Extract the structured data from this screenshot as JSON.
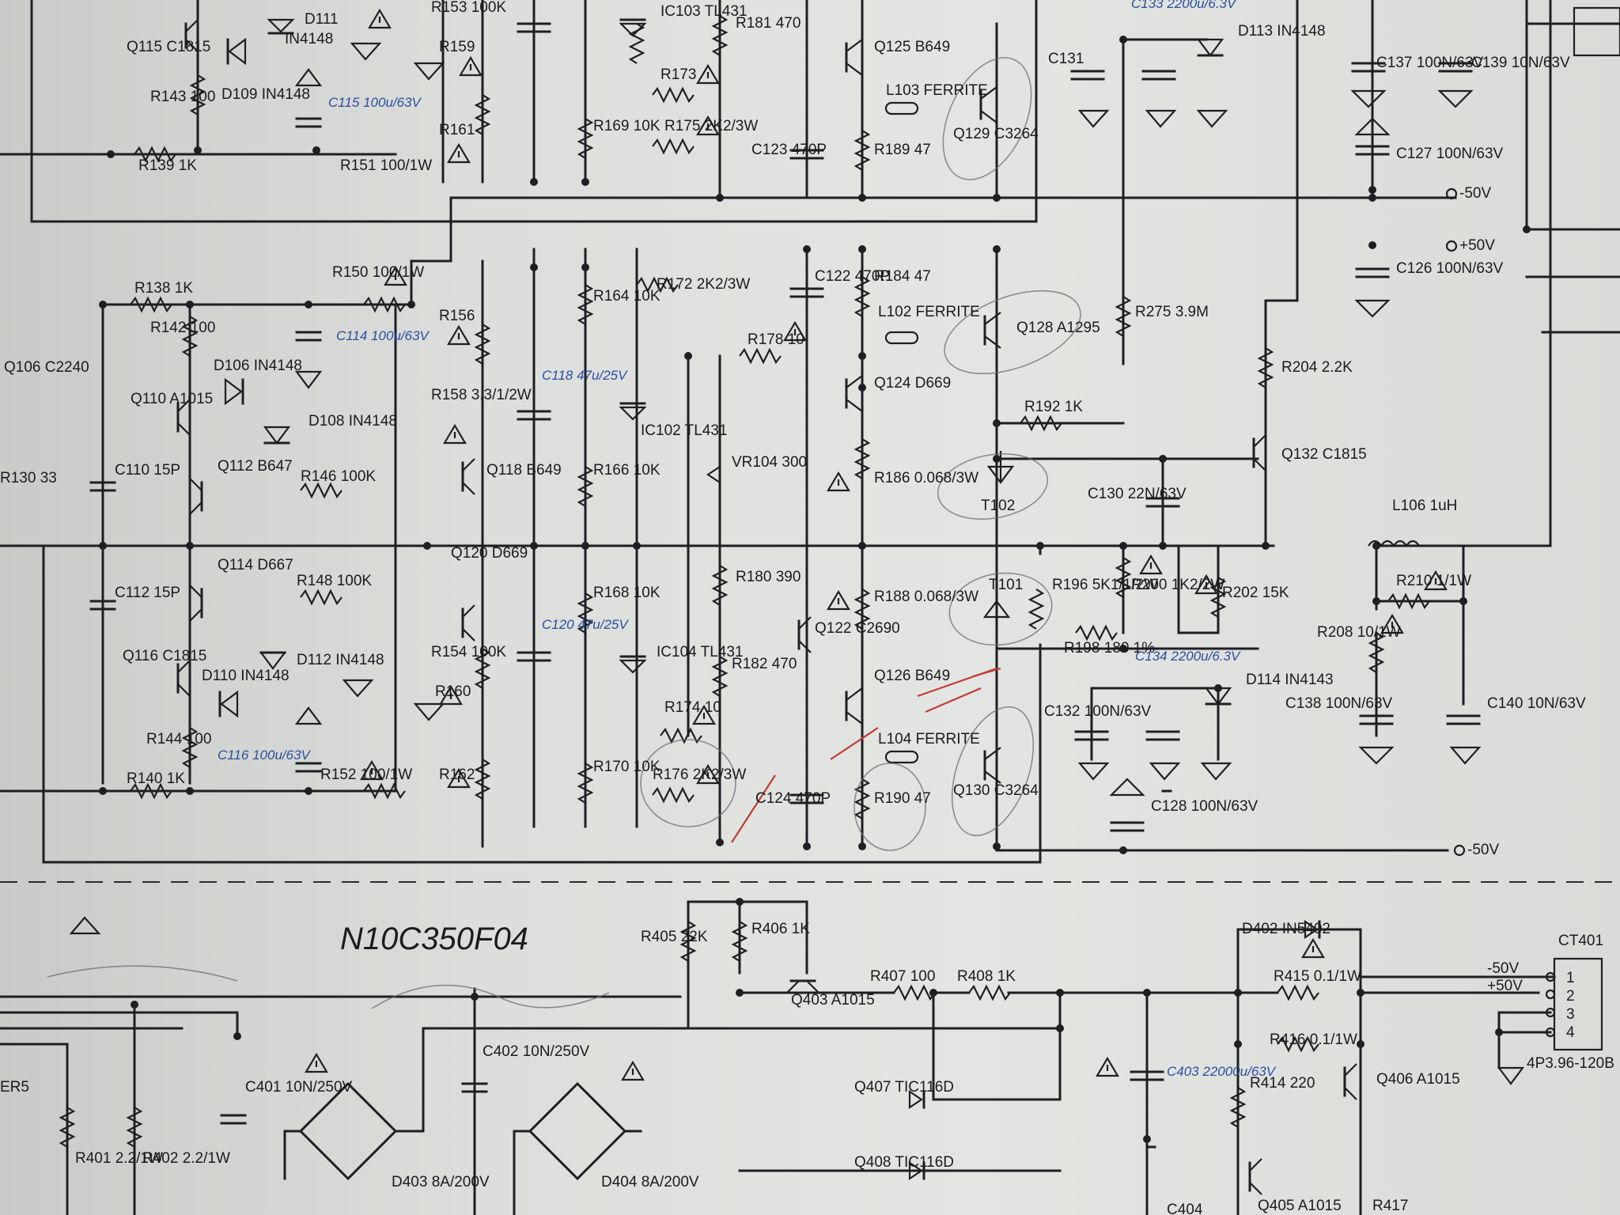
{
  "board_title": "N10C350F04",
  "rails": {
    "plus50": "+50V",
    "minus50_top": "-50V",
    "minus50_bottom": "-50V"
  },
  "connector": {
    "ref": "CT401",
    "pins": [
      "1",
      "2",
      "3",
      "4"
    ],
    "labels": [
      "-50V",
      "+50V"
    ],
    "part": "4P3.96-120B"
  },
  "components": [
    {
      "id": "q115",
      "t": "Q115 C1815"
    },
    {
      "id": "d111",
      "t": "D111"
    },
    {
      "id": "in4148a",
      "t": "IN4148"
    },
    {
      "id": "r143",
      "t": "R143 100"
    },
    {
      "id": "d109",
      "t": "D109 IN4148"
    },
    {
      "id": "c115",
      "t": "C115 100u/63V"
    },
    {
      "id": "r139",
      "t": "R139 1K"
    },
    {
      "id": "r151",
      "t": "R151 100/1W"
    },
    {
      "id": "r153",
      "t": "R153 100K"
    },
    {
      "id": "r159",
      "t": "R159"
    },
    {
      "id": "r161",
      "t": "R161"
    },
    {
      "id": "ic103",
      "t": "IC103 TL431"
    },
    {
      "id": "r181",
      "t": "R181 470"
    },
    {
      "id": "r173",
      "t": "R173"
    },
    {
      "id": "r169",
      "t": "R169 10K"
    },
    {
      "id": "r175",
      "t": "R175 2K2/3W"
    },
    {
      "id": "c123",
      "t": "C123 470P"
    },
    {
      "id": "q125",
      "t": "Q125 B649"
    },
    {
      "id": "l103",
      "t": "L103 FERRITE"
    },
    {
      "id": "r189",
      "t": "R189 47"
    },
    {
      "id": "q129",
      "t": "Q129 C3264"
    },
    {
      "id": "c131",
      "t": "C131"
    },
    {
      "id": "c133",
      "t": "C133 2200u/6.3V"
    },
    {
      "id": "d113",
      "t": "D113 IN4148"
    },
    {
      "id": "c137",
      "t": "C137 100N/63V"
    },
    {
      "id": "c139",
      "t": "C139 10N/63V"
    },
    {
      "id": "c127",
      "t": "C127 100N/63V"
    },
    {
      "id": "c126",
      "t": "C126 100N/63V"
    },
    {
      "id": "r138",
      "t": "R138 1K"
    },
    {
      "id": "r142",
      "t": "R142 100"
    },
    {
      "id": "q106",
      "t": "Q106 C2240"
    },
    {
      "id": "q110",
      "t": "Q110 A1015"
    },
    {
      "id": "d106",
      "t": "D106 IN4148"
    },
    {
      "id": "d108",
      "t": "D108 IN4148"
    },
    {
      "id": "r130",
      "t": "R130 33"
    },
    {
      "id": "c110",
      "t": "C110 15P"
    },
    {
      "id": "q112",
      "t": "Q112 B647"
    },
    {
      "id": "r146",
      "t": "R146 100K"
    },
    {
      "id": "r150",
      "t": "R150 100/1W"
    },
    {
      "id": "c114",
      "t": "C114 100u/63V"
    },
    {
      "id": "r156",
      "t": "R156"
    },
    {
      "id": "r158",
      "t": "R158 3.3/1/2W"
    },
    {
      "id": "q118",
      "t": "Q118 B649"
    },
    {
      "id": "c118",
      "t": "C118 47u/25V"
    },
    {
      "id": "r164",
      "t": "R164 10K"
    },
    {
      "id": "r172",
      "t": "R172 2K2/3W"
    },
    {
      "id": "ic102",
      "t": "IC102 TL431"
    },
    {
      "id": "r166",
      "t": "R166 10K"
    },
    {
      "id": "r178",
      "t": "R178 10"
    },
    {
      "id": "vr104",
      "t": "VR104 300"
    },
    {
      "id": "c122",
      "t": "C122 470P"
    },
    {
      "id": "r184",
      "t": "R184 47"
    },
    {
      "id": "l102",
      "t": "L102 FERRITE"
    },
    {
      "id": "q128",
      "t": "Q128 A1295"
    },
    {
      "id": "q124",
      "t": "Q124 D669"
    },
    {
      "id": "r192",
      "t": "R192 1K"
    },
    {
      "id": "r186",
      "t": "R186 0.068/3W"
    },
    {
      "id": "t102",
      "t": "T102"
    },
    {
      "id": "r275",
      "t": "R275 3.9M"
    },
    {
      "id": "r204",
      "t": "R204 2.2K"
    },
    {
      "id": "c130",
      "t": "C130 22N/63V"
    },
    {
      "id": "q132",
      "t": "Q132 C1815"
    },
    {
      "id": "l106",
      "t": "L106 1uH"
    },
    {
      "id": "c112",
      "t": "C112 15P"
    },
    {
      "id": "q114",
      "t": "Q114 D667"
    },
    {
      "id": "r148",
      "t": "R148 100K"
    },
    {
      "id": "q120",
      "t": "Q120 D669"
    },
    {
      "id": "c120",
      "t": "C120 47u/25V"
    },
    {
      "id": "r168",
      "t": "R168 10K"
    },
    {
      "id": "r180",
      "t": "R180 390"
    },
    {
      "id": "r188",
      "t": "R188 0.068/3W"
    },
    {
      "id": "t101",
      "t": "T101"
    },
    {
      "id": "r196",
      "t": "R196 5K1/1/2W"
    },
    {
      "id": "r200",
      "t": "R200 1K2/2W"
    },
    {
      "id": "r202",
      "t": "R202 15K"
    },
    {
      "id": "r210",
      "t": "R210 1/1W"
    },
    {
      "id": "q116",
      "t": "Q116 C1815"
    },
    {
      "id": "d112",
      "t": "D112 IN4148"
    },
    {
      "id": "r154",
      "t": "R154 100K"
    },
    {
      "id": "r160",
      "t": "R160"
    },
    {
      "id": "ic104",
      "t": "IC104 TL431"
    },
    {
      "id": "r182",
      "t": "R182 470"
    },
    {
      "id": "q122",
      "t": "Q122 C2690"
    },
    {
      "id": "r198",
      "t": "R198 180 1%"
    },
    {
      "id": "c134",
      "t": "C134 2200u/6.3V"
    },
    {
      "id": "d114",
      "t": "D114 IN4143"
    },
    {
      "id": "r208",
      "t": "R208 10/1W"
    },
    {
      "id": "d110",
      "t": "D110 IN4148"
    },
    {
      "id": "r144",
      "t": "R144 100"
    },
    {
      "id": "c116",
      "t": "C116 100u/63V"
    },
    {
      "id": "r174",
      "t": "R174 10"
    },
    {
      "id": "q126",
      "t": "Q126 B649"
    },
    {
      "id": "c132",
      "t": "C132 100N/63V"
    },
    {
      "id": "c138",
      "t": "C138 100N/63V"
    },
    {
      "id": "c140",
      "t": "C140 10N/63V"
    },
    {
      "id": "r140",
      "t": "R140 1K"
    },
    {
      "id": "r152",
      "t": "R152 100/1W"
    },
    {
      "id": "r162",
      "t": "R162"
    },
    {
      "id": "r170",
      "t": "R170 10K"
    },
    {
      "id": "r176",
      "t": "R176 2K2/3W"
    },
    {
      "id": "c124",
      "t": "C124 470P"
    },
    {
      "id": "l104",
      "t": "L104 FERRITE"
    },
    {
      "id": "r190",
      "t": "R190 47"
    },
    {
      "id": "q130",
      "t": "Q130 C3264"
    },
    {
      "id": "c128",
      "t": "C128 100N/63V"
    },
    {
      "id": "r405",
      "t": "R405 22K"
    },
    {
      "id": "r406",
      "t": "R406 1K"
    },
    {
      "id": "q403",
      "t": "Q403 A1015"
    },
    {
      "id": "r407",
      "t": "R407 100"
    },
    {
      "id": "r408",
      "t": "R408 1K"
    },
    {
      "id": "d402",
      "t": "D402 IN5402"
    },
    {
      "id": "r415",
      "t": "R415 0.1/1W"
    },
    {
      "id": "r416",
      "t": "R416 0.1/1W"
    },
    {
      "id": "c401",
      "t": "C401 10N/250V"
    },
    {
      "id": "c402",
      "t": "C402 10N/250V"
    },
    {
      "id": "d403",
      "t": "D403 8A/200V"
    },
    {
      "id": "d404",
      "t": "D404 8A/200V"
    },
    {
      "id": "q407",
      "t": "Q407 TIC116D"
    },
    {
      "id": "q408",
      "t": "Q408 TIC116D"
    },
    {
      "id": "c403",
      "t": "C403 22000u/63V"
    },
    {
      "id": "r414",
      "t": "R414 220"
    },
    {
      "id": "q406",
      "t": "Q406 A1015"
    },
    {
      "id": "q405",
      "t": "Q405 A1015"
    },
    {
      "id": "r401",
      "t": "R401 2.2/1W"
    },
    {
      "id": "r402",
      "t": "R402 2.2/1W"
    },
    {
      "id": "c404",
      "t": "C404"
    },
    {
      "id": "r417",
      "t": "R417"
    },
    {
      "id": "ers",
      "t": "ER5"
    }
  ]
}
